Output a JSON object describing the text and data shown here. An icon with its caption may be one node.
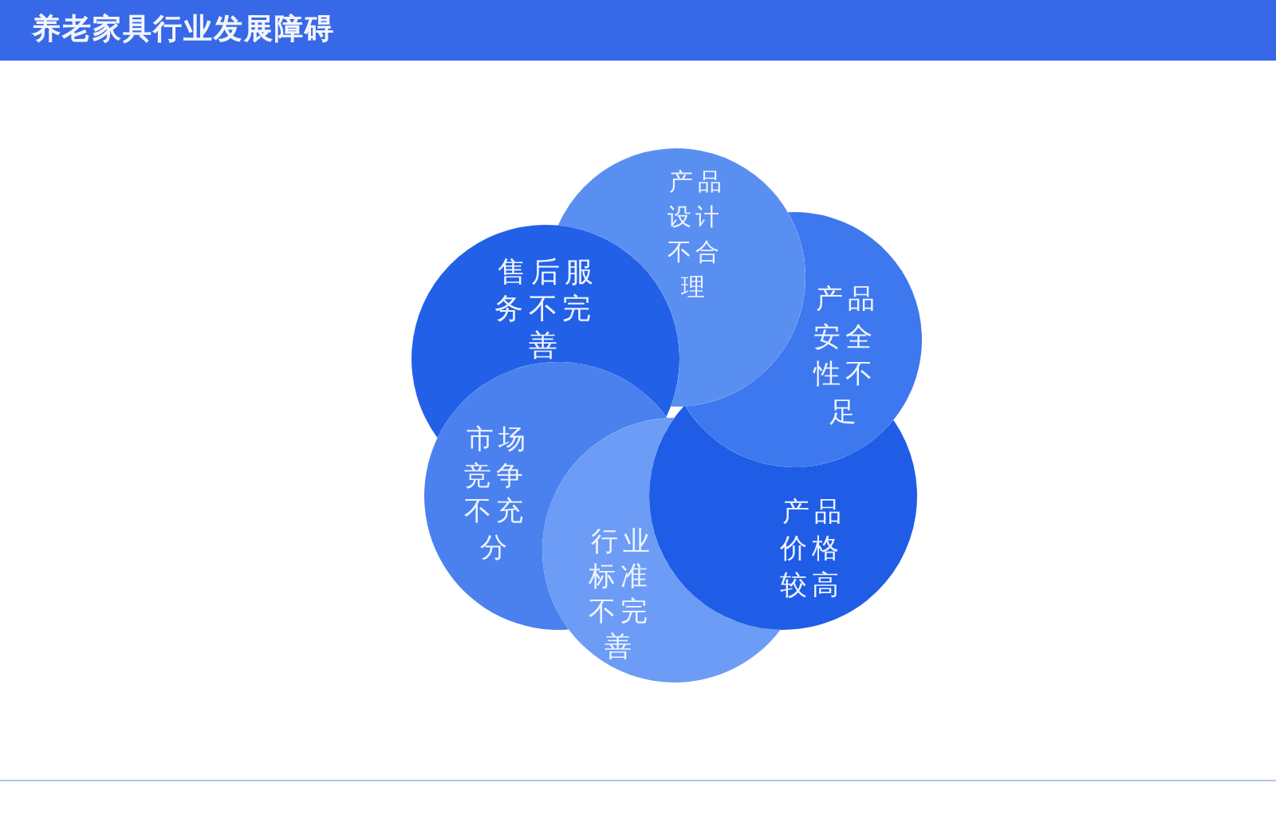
{
  "diagram": {
    "title": "养老家具行业发展障碍",
    "nodes": [
      {
        "text": [
          "产品设计不合理"
        ]
      },
      {
        "text": [
          "产品安全性不足"
        ]
      },
      {
        "text": [
          "产品价格较高"
        ]
      },
      {
        "text": [
          "行业标准不完善"
        ]
      },
      {
        "text": [
          "市场竞争不充分"
        ]
      },
      {
        "text": [
          "售后服务不完善"
        ]
      }
    ]
  }
}
